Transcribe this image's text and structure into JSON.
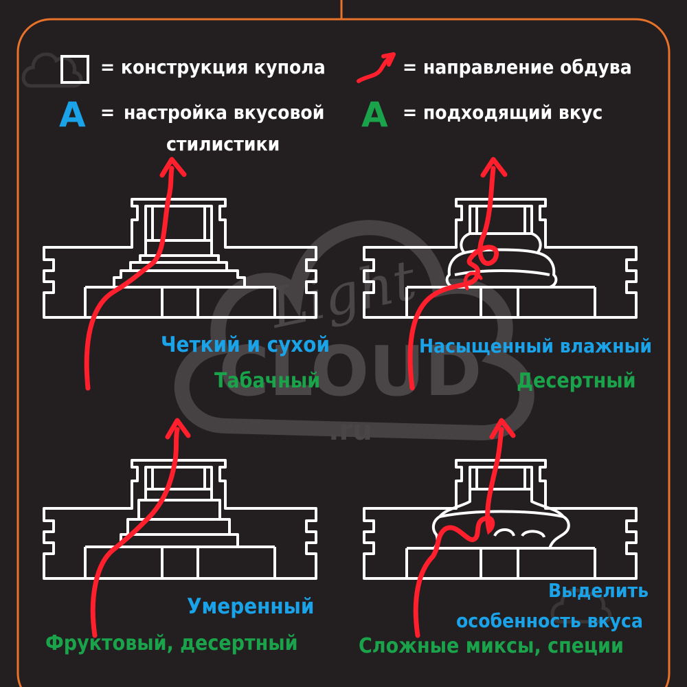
{
  "legend": {
    "dome_marker": {
      "eq": "=",
      "text": "конструкция купола"
    },
    "airflow_marker": {
      "eq": "=",
      "text": "направление обдува"
    },
    "style_marker": {
      "letter": "A",
      "eq": "=",
      "text_line1": "настройка вкусовой",
      "text_line2": "стилистики"
    },
    "taste_marker": {
      "letter": "A",
      "eq": "=",
      "text": "подходящий вкус"
    }
  },
  "panels": [
    {
      "id": "top-left",
      "style": "Четкий и сухой",
      "taste": "Табачный"
    },
    {
      "id": "top-right",
      "style": "Насыщенный влажный",
      "taste": "Десертный"
    },
    {
      "id": "bottom-left",
      "style": "Умеренный",
      "taste": "Фруктовый, десертный"
    },
    {
      "id": "bottom-right",
      "style_line1": "Выделить",
      "style_line2": "особенность вкуса",
      "taste": "Сложные миксы, специи"
    }
  ],
  "watermark": {
    "line1": "Light",
    "line2": "CLOUD",
    "line3": ".ru"
  },
  "colors": {
    "background": "#231f20",
    "frame": "#e8722a",
    "arrow": "#ff1f2d",
    "style_text": "#1aa3e8",
    "taste_text": "#1aa34a",
    "outline": "#ffffff"
  }
}
